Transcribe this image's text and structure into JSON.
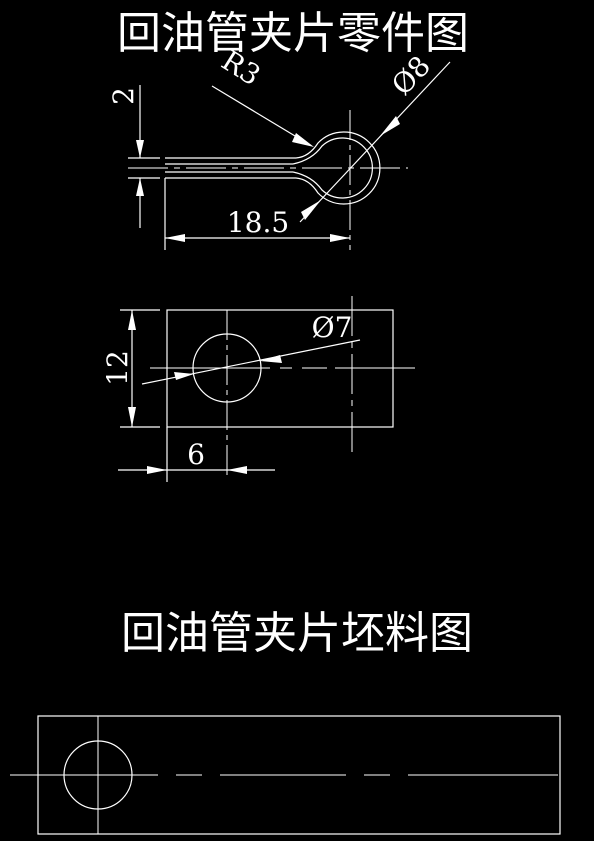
{
  "titles": {
    "part_drawing": "回油管夹片零件图",
    "blank_drawing": "回油管夹片坯料图"
  },
  "dimensions": {
    "thickness": "2",
    "bend_radius": "R3",
    "loop_diameter": "Ø8",
    "length": "18.5",
    "hole_diameter": "Ø7",
    "width": "12",
    "hole_offset": "6"
  },
  "colors": {
    "background": "#000000",
    "lines": "#ffffff"
  }
}
